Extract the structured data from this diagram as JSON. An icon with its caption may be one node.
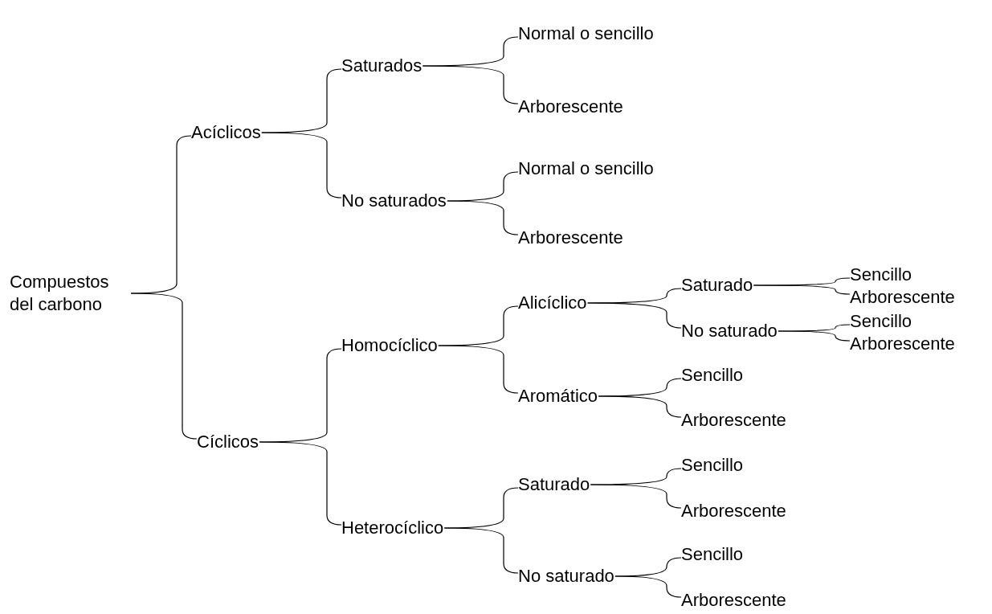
{
  "diagram": {
    "nodes": [
      {
        "text": [
          "Compuestos del carbono"
        ]
      },
      {
        "text": [
          "Acíclicos"
        ]
      },
      {
        "text": [
          "Saturados"
        ]
      },
      {
        "text": [
          "Normal o sencillo"
        ]
      },
      {
        "text": [
          "Arborescente"
        ]
      },
      {
        "text": [
          "No saturados"
        ]
      },
      {
        "text": [
          "Normal o sencillo"
        ]
      },
      {
        "text": [
          "Arborescente"
        ]
      },
      {
        "text": [
          "Cíclicos"
        ]
      },
      {
        "text": [
          "Homocíclico"
        ]
      },
      {
        "text": [
          "Alicíclico"
        ]
      },
      {
        "text": [
          "Saturado"
        ]
      },
      {
        "text": [
          "Sencillo"
        ]
      },
      {
        "text": [
          "Arborescente"
        ]
      },
      {
        "text": [
          "No saturado"
        ]
      },
      {
        "text": [
          "Sencillo"
        ]
      },
      {
        "text": [
          "Arborescente"
        ]
      },
      {
        "text": [
          "Aromático"
        ]
      },
      {
        "text": [
          "Sencillo"
        ]
      },
      {
        "text": [
          "Arborescente"
        ]
      },
      {
        "text": [
          "Heterocíclico"
        ]
      },
      {
        "text": [
          "Saturado"
        ]
      },
      {
        "text": [
          "Sencillo"
        ]
      },
      {
        "text": [
          "Arborescente"
        ]
      },
      {
        "text": [
          "No saturado"
        ]
      },
      {
        "text": [
          "Sencillo"
        ]
      },
      {
        "text": [
          "Arborescente"
        ]
      }
    ],
    "edges": [
      {
        "from": 0,
        "to": 1,
        "arrow": "none"
      },
      {
        "from": 0,
        "to": 8,
        "arrow": "none"
      },
      {
        "from": 1,
        "to": 2,
        "arrow": "none"
      },
      {
        "from": 1,
        "to": 5,
        "arrow": "none"
      },
      {
        "from": 2,
        "to": 3,
        "arrow": "none"
      },
      {
        "from": 2,
        "to": 4,
        "arrow": "none"
      },
      {
        "from": 5,
        "to": 6,
        "arrow": "none"
      },
      {
        "from": 5,
        "to": 7,
        "arrow": "none"
      },
      {
        "from": 8,
        "to": 9,
        "arrow": "none"
      },
      {
        "from": 8,
        "to": 20,
        "arrow": "none"
      },
      {
        "from": 9,
        "to": 10,
        "arrow": "none"
      },
      {
        "from": 9,
        "to": 17,
        "arrow": "none"
      },
      {
        "from": 10,
        "to": 11,
        "arrow": "none"
      },
      {
        "from": 10,
        "to": 14,
        "arrow": "none"
      },
      {
        "from": 11,
        "to": 12,
        "arrow": "none"
      },
      {
        "from": 11,
        "to": 13,
        "arrow": "none"
      },
      {
        "from": 14,
        "to": 15,
        "arrow": "none"
      },
      {
        "from": 14,
        "to": 16,
        "arrow": "none"
      },
      {
        "from": 17,
        "to": 18,
        "arrow": "none"
      },
      {
        "from": 17,
        "to": 19,
        "arrow": "none"
      },
      {
        "from": 20,
        "to": 21,
        "arrow": "none"
      },
      {
        "from": 20,
        "to": 24,
        "arrow": "none"
      },
      {
        "from": 21,
        "to": 22,
        "arrow": "none"
      },
      {
        "from": 21,
        "to": 23,
        "arrow": "none"
      },
      {
        "from": 24,
        "to": 25,
        "arrow": "none"
      },
      {
        "from": 24,
        "to": 26,
        "arrow": "none"
      }
    ]
  }
}
